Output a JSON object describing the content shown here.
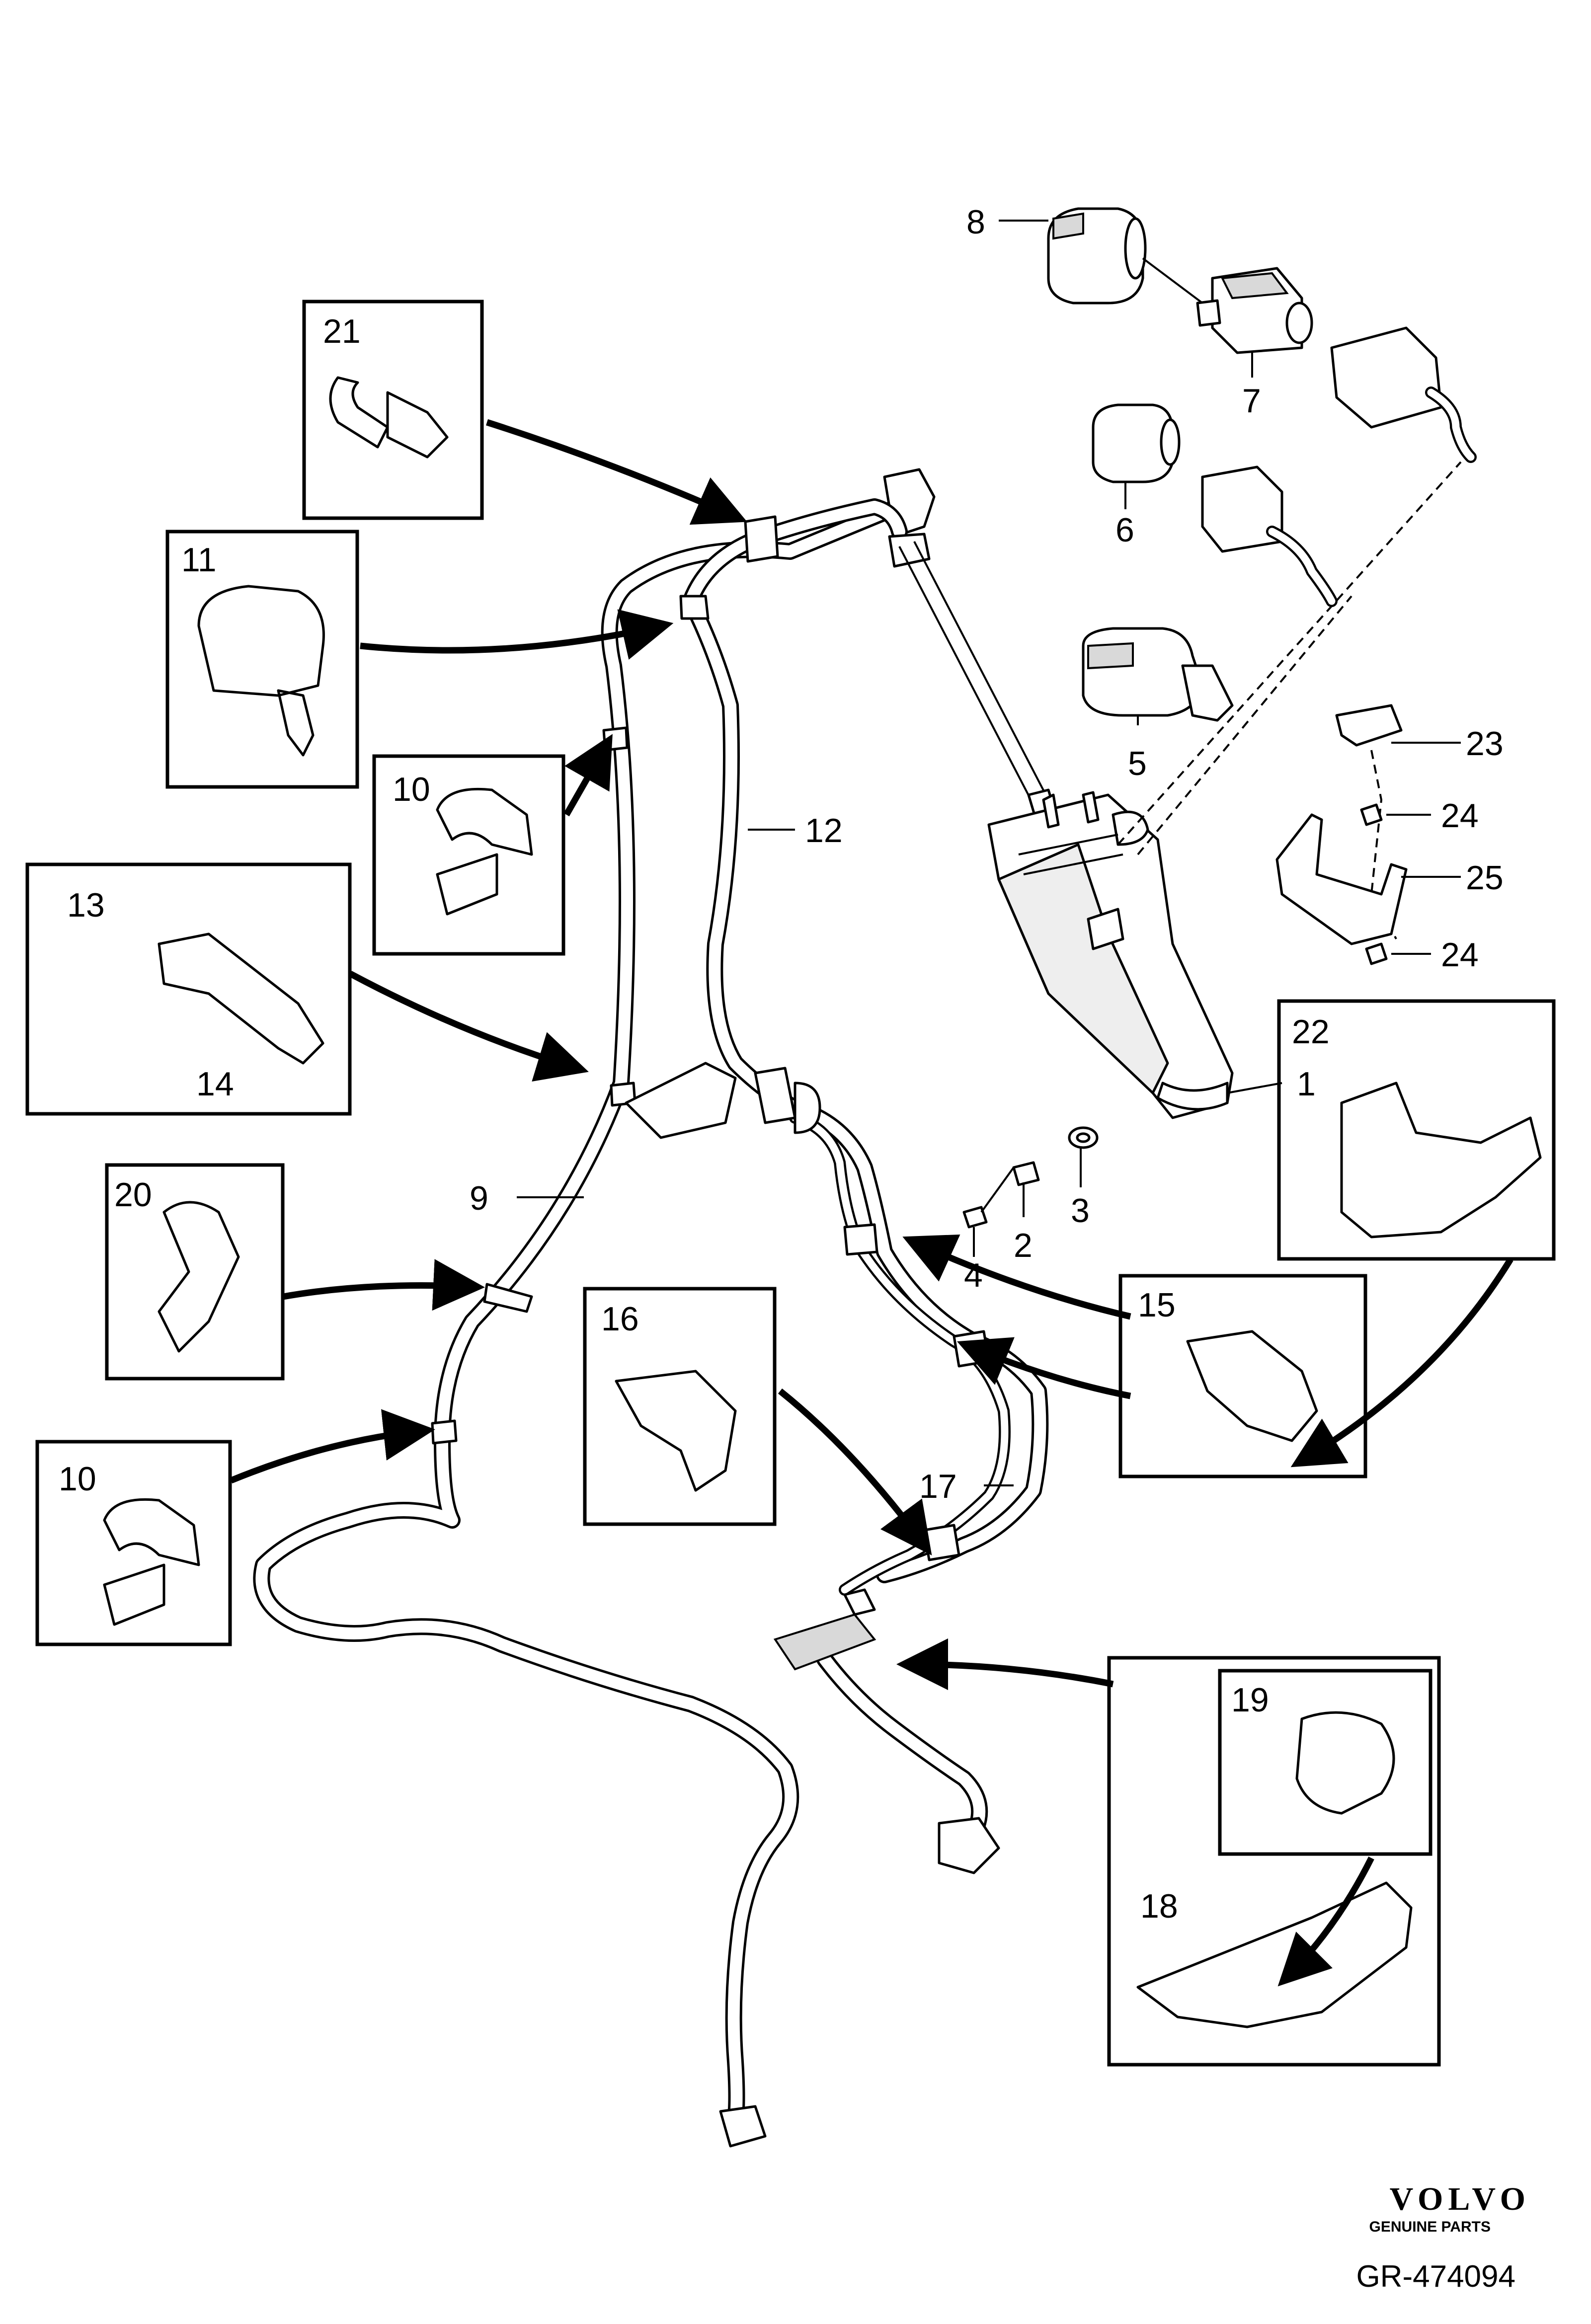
{
  "brand": {
    "logo_text": "VOLVO",
    "tagline": "GENUINE PARTS"
  },
  "diagram_code": "GR-474094",
  "callouts": [
    "1",
    "2",
    "3",
    "4",
    "5",
    "6",
    "7",
    "8",
    "9",
    "10",
    "10",
    "11",
    "12",
    "13",
    "14",
    "15",
    "16",
    "17",
    "18",
    "19",
    "20",
    "21",
    "22",
    "23",
    "24",
    "24",
    "25"
  ]
}
